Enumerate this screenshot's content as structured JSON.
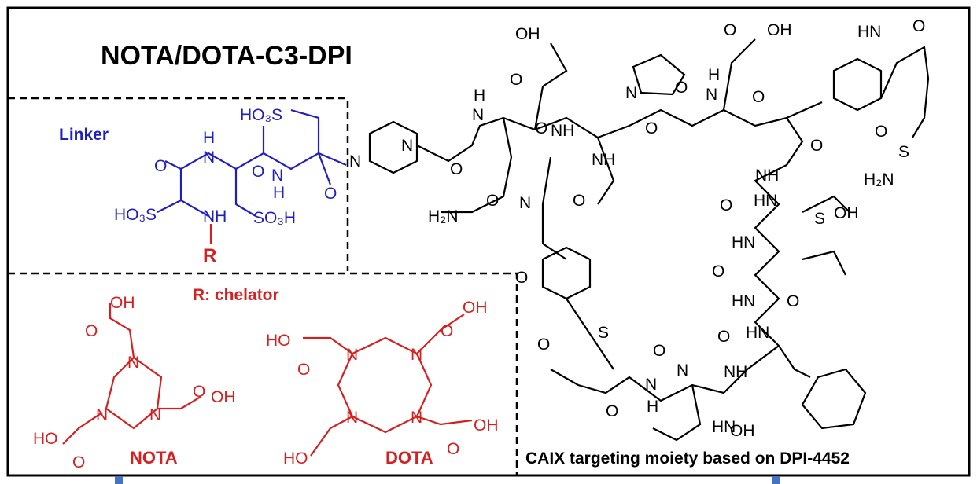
{
  "title": "NOTA/DOTA-C3-DPI",
  "linker_label": "Linker",
  "chelator_label": "R: chelator",
  "nota_label": "NOTA",
  "dota_label": "DOTA",
  "caption": "CAIX targeting moiety based on DPI-4452",
  "r_group": "R",
  "colors": {
    "linker": "#1f1fbf",
    "chelator": "#d42020",
    "peptide": "#000000"
  },
  "atoms_black": [
    "OH",
    "O",
    "H",
    "N",
    "O",
    "N",
    "N",
    "O",
    "NH",
    "NH",
    "O",
    "O",
    "N",
    "O",
    "H",
    "N",
    "O",
    "O",
    "OH",
    "HN",
    "O",
    "O",
    "S",
    "H₂N",
    "NH",
    "O",
    "HN",
    "O",
    "S",
    "H₂N",
    "O",
    "N",
    "O",
    "HN",
    "O",
    "OH",
    "HN",
    "O",
    "HN",
    "O",
    "NH",
    "OH",
    "HN",
    "H",
    "N",
    "O",
    "N",
    "O",
    "S",
    "O"
  ],
  "atoms_blue": [
    "HO₃S",
    "H",
    "N",
    "O",
    "O",
    "N",
    "H",
    "O",
    "HO₃S",
    "NH",
    "SO₃H"
  ],
  "atoms_red": [
    "OH",
    "O",
    "N",
    "N",
    "N",
    "O",
    "OH",
    "HO",
    "O",
    "OH",
    "HO",
    "O",
    "N",
    "N",
    "N",
    "N",
    "O",
    "O",
    "OH",
    "HO"
  ]
}
